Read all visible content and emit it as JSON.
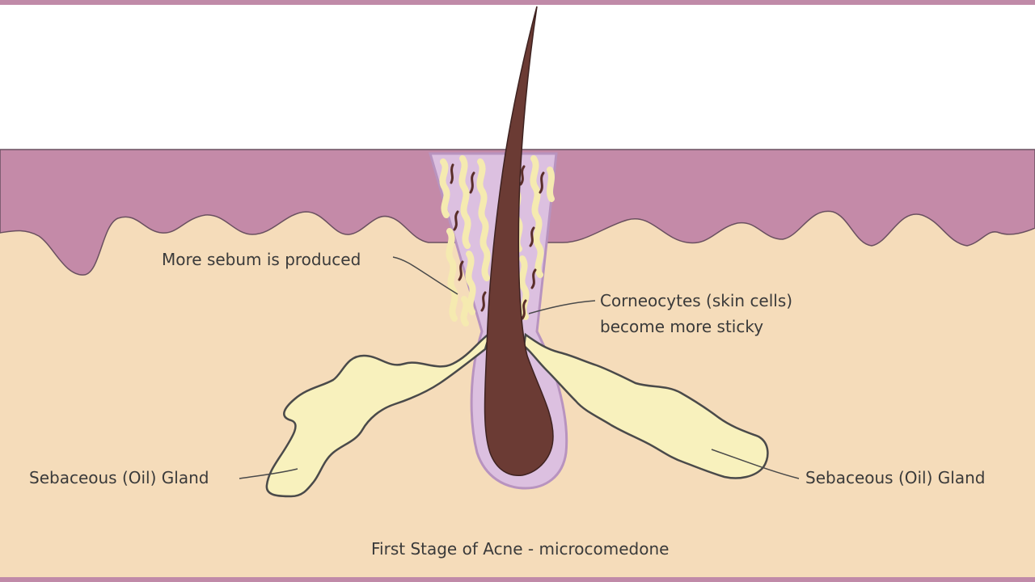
{
  "labels": {
    "sebum": "More sebum is produced",
    "corneocytes_line1": "Corneocytes (skin cells)",
    "corneocytes_line2": "become more sticky",
    "gland_left": "Sebaceous (Oil) Gland",
    "gland_right": "Sebaceous (Oil) Gland",
    "caption": "First Stage of Acne - microcomedone"
  },
  "colors": {
    "frame": "#c08aa8",
    "epidermis": "#c48aa8",
    "dermis": "#f5dcba",
    "follicle": "#dcc0e0",
    "follicle_outline": "#b893bf",
    "hair": "#6b3b34",
    "sebum": "#f8f1bd",
    "gland_outline": "#4a4a4a",
    "text": "#3a3a3a"
  }
}
